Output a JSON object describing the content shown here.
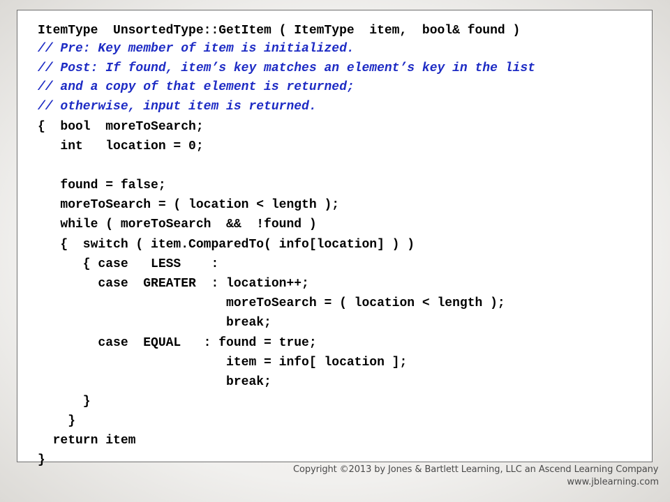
{
  "code": {
    "lines": [
      {
        "text": "ItemType  UnsortedType::GetItem ( ItemType  item,  bool& found )",
        "kind": "code"
      },
      {
        "text": "// Pre: Key member of item is initialized.",
        "kind": "comment"
      },
      {
        "text": "// Post: If found, item’s key matches an element’s key in the list",
        "kind": "comment"
      },
      {
        "text": "// and a copy of that element is returned;",
        "kind": "comment"
      },
      {
        "text": "// otherwise, input item is returned.",
        "kind": "comment"
      },
      {
        "text": "{  bool  moreToSearch;",
        "kind": "code"
      },
      {
        "text": "   int   location = 0;",
        "kind": "code"
      },
      {
        "text": "",
        "kind": "code"
      },
      {
        "text": "   found = false;",
        "kind": "code"
      },
      {
        "text": "   moreToSearch = ( location < length );",
        "kind": "code"
      },
      {
        "text": "   while ( moreToSearch  &&  !found )",
        "kind": "code"
      },
      {
        "text": "   {  switch ( item.ComparedTo( info[location] ) )",
        "kind": "code"
      },
      {
        "text": "      { case   LESS    :",
        "kind": "code"
      },
      {
        "text": "        case  GREATER  : location++;",
        "kind": "code"
      },
      {
        "text": "                         moreToSearch = ( location < length );",
        "kind": "code"
      },
      {
        "text": "                         break;",
        "kind": "code"
      },
      {
        "text": "        case  EQUAL   : found = true;",
        "kind": "code"
      },
      {
        "text": "                         item = info[ location ];",
        "kind": "code"
      },
      {
        "text": "                         break;",
        "kind": "code"
      },
      {
        "text": "      }",
        "kind": "code"
      },
      {
        "text": "    }",
        "kind": "code"
      },
      {
        "text": "  return item",
        "kind": "code"
      },
      {
        "text": "}",
        "kind": "code"
      }
    ]
  },
  "footer": {
    "copyright": "Copyright ©2013 by Jones & Bartlett Learning, LLC an Ascend Learning Company",
    "website": "www.jblearning.com"
  },
  "colors": {
    "code_text": "#000000",
    "comment_text": "#1d2bc4",
    "panel_background": "#ffffff",
    "panel_border": "#6f6f6f",
    "footer_text": "#4a4a4a"
  }
}
